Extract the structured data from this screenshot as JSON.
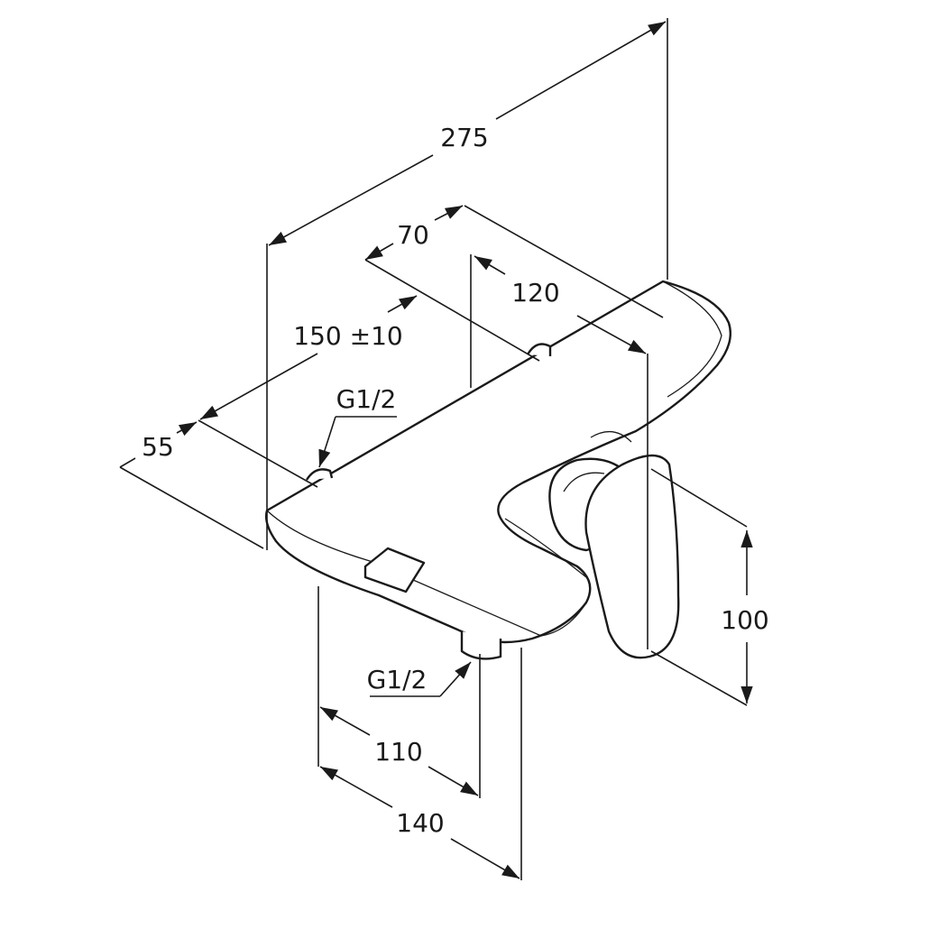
{
  "dimensions": {
    "overall_length": "275",
    "depth_70": "70",
    "depth_120": "120",
    "center_distance": "150 ±10",
    "inlet_upper": "G1/2",
    "offset_55": "55",
    "outlet_lower": "G1/2",
    "height_100": "100",
    "spout_110": "110",
    "spout_140": "140"
  },
  "colors": {
    "line": "#1a1a1a",
    "background": "#ffffff"
  }
}
